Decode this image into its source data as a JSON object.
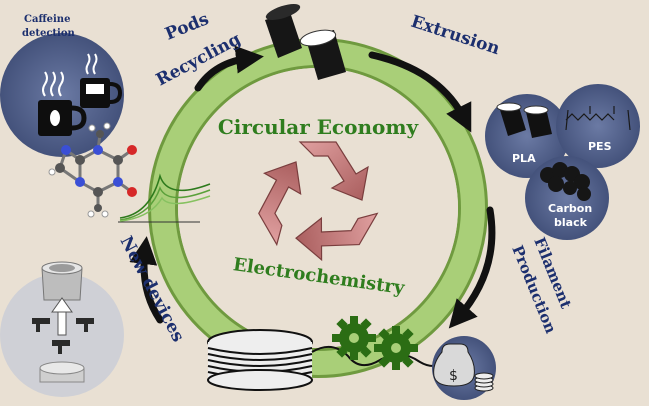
{
  "center": {
    "title": "Circular Economy",
    "subtitle": "Electrochemistry"
  },
  "stages": {
    "pods_recycling_line1": "Pods",
    "pods_recycling_line2": "Recycling",
    "extrusion": "Extrusion",
    "filament_line1": "Filament",
    "filament_line2": "Production",
    "new_devices": "New devices",
    "caffeine_line1": "Caffeine",
    "caffeine_line2": "detection"
  },
  "materials": {
    "pla": "PLA",
    "pes": "PES",
    "carbon_line1": "Carbon",
    "carbon_line2": "black"
  },
  "icons": [
    "coffee-pod-icon",
    "coffee-mug-icon",
    "caffeine-molecule-icon",
    "voltammogram-icon",
    "filament-spool-icon",
    "gear-icon",
    "money-bag-icon",
    "coins-icon",
    "electrode-device-icon",
    "recycle-icon"
  ],
  "colors": {
    "ring": "#a9cf78",
    "ring_edge": "#6f9a3f",
    "recycle": "#c98080",
    "bubble": "#4b5a84",
    "title_blue": "#1c2f6e",
    "title_green": "#2f7d1e"
  }
}
